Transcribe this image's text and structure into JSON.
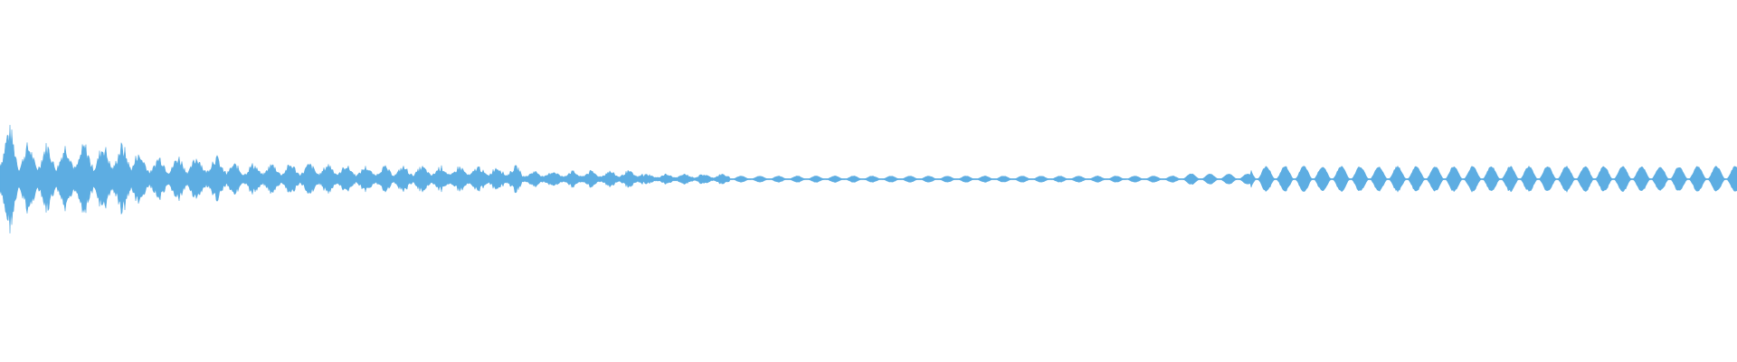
{
  "waveform": {
    "color": "#5DADE2",
    "background": "#FFFFFF",
    "envelope": {
      "description_free": true,
      "peaks_by_segment": [
        {
          "from": 0.0,
          "to": 0.01,
          "peak": 1.0
        },
        {
          "from": 0.01,
          "to": 0.08,
          "peak": 0.68
        },
        {
          "from": 0.08,
          "to": 0.13,
          "peak": 0.45
        },
        {
          "from": 0.13,
          "to": 0.2,
          "peak": 0.3
        },
        {
          "from": 0.2,
          "to": 0.3,
          "peak": 0.25
        },
        {
          "from": 0.3,
          "to": 0.37,
          "peak": 0.16
        },
        {
          "from": 0.37,
          "to": 0.42,
          "peak": 0.1
        },
        {
          "from": 0.42,
          "to": 0.68,
          "peak": 0.06
        },
        {
          "from": 0.68,
          "to": 0.72,
          "peak": 0.1
        },
        {
          "from": 0.72,
          "to": 1.0,
          "peak": 0.24
        }
      ],
      "pulse_period": 0.0108
    }
  }
}
